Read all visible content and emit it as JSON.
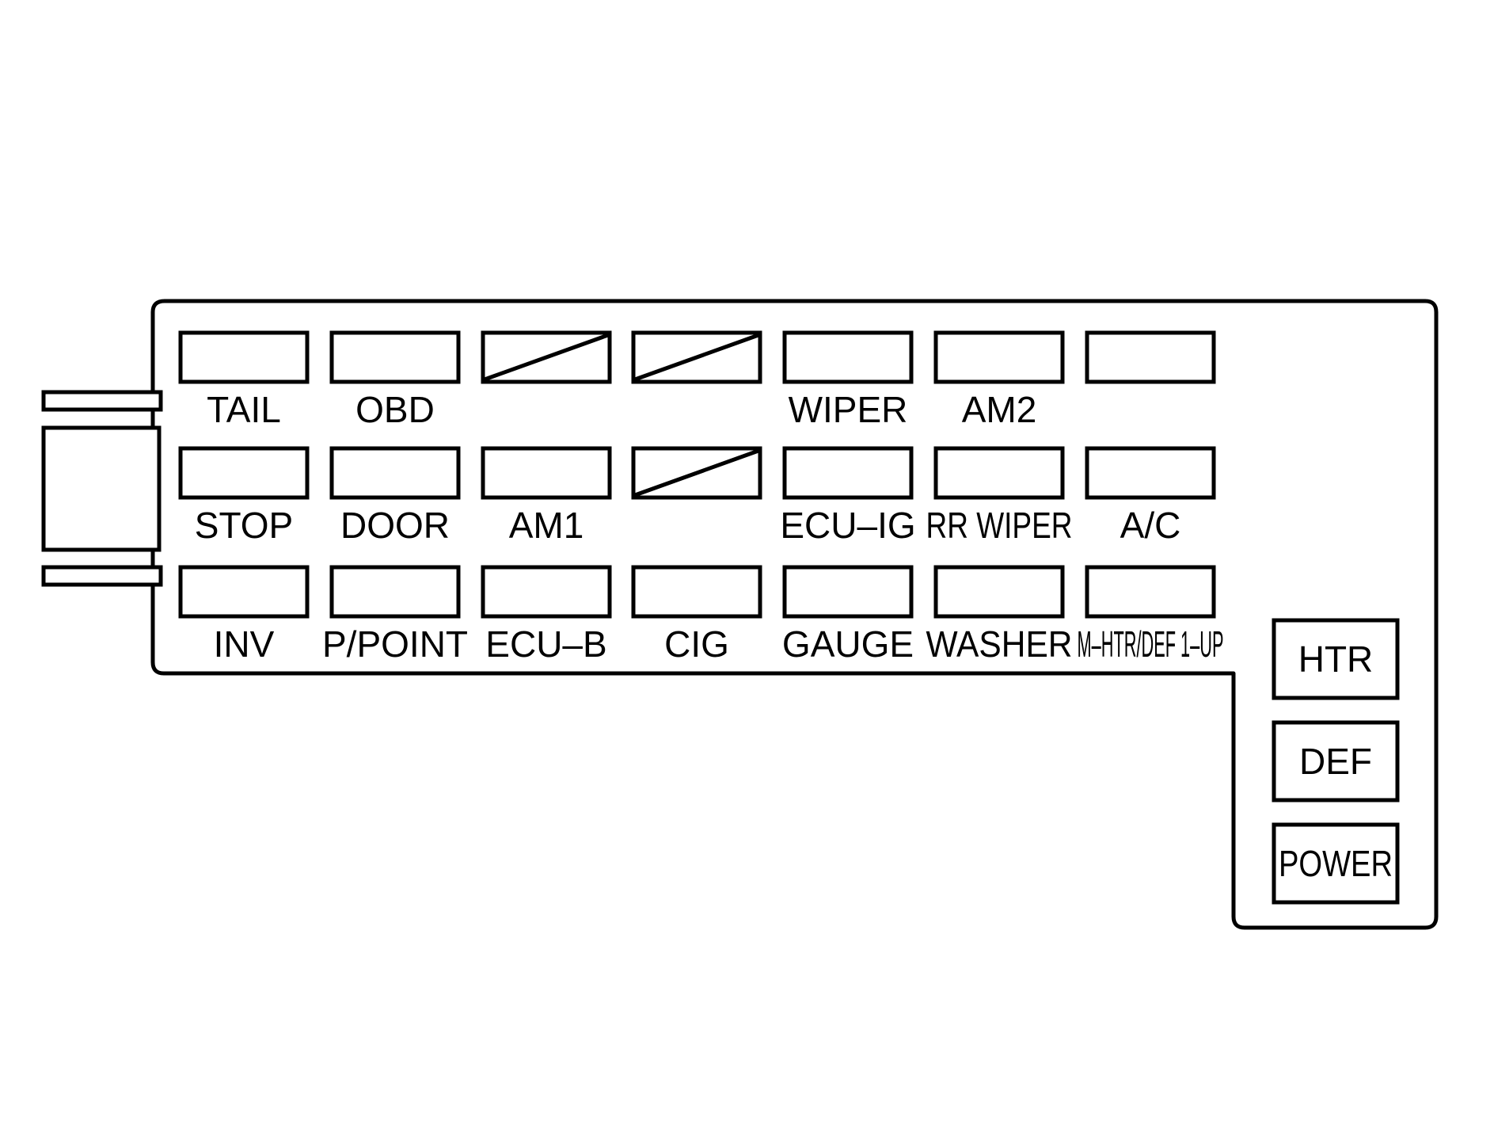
{
  "colors": {
    "line": "#000000",
    "background": "#ffffff"
  },
  "grid": {
    "rows": [
      [
        {
          "label": "TAIL",
          "spare": false
        },
        {
          "label": "OBD",
          "spare": false
        },
        {
          "label": "",
          "spare": true
        },
        {
          "label": "",
          "spare": true
        },
        {
          "label": "WIPER",
          "spare": false
        },
        {
          "label": "AM2",
          "spare": false
        },
        {
          "label": "",
          "spare": false
        }
      ],
      [
        {
          "label": "STOP",
          "spare": false
        },
        {
          "label": "DOOR",
          "spare": false
        },
        {
          "label": "AM1",
          "spare": false
        },
        {
          "label": "",
          "spare": true
        },
        {
          "label": "ECU–IG",
          "spare": false
        },
        {
          "label": "RR WIPER",
          "spare": false
        },
        {
          "label": "A/C",
          "spare": false
        }
      ],
      [
        {
          "label": "INV",
          "spare": false
        },
        {
          "label": "P/POINT",
          "spare": false
        },
        {
          "label": "ECU–B",
          "spare": false
        },
        {
          "label": "CIG",
          "spare": false
        },
        {
          "label": "GAUGE",
          "spare": false
        },
        {
          "label": "WASHER",
          "spare": false
        },
        {
          "label": "M–HTR/DEF 1–UP",
          "spare": false
        }
      ]
    ]
  },
  "relays": [
    {
      "label": "HTR"
    },
    {
      "label": "DEF"
    },
    {
      "label": "POWER"
    }
  ]
}
